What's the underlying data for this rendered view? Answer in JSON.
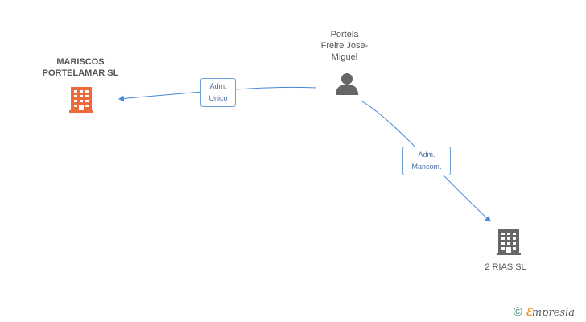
{
  "nodes": {
    "company_main": {
      "line1": "MARISCOS",
      "line2": "PORTELAMAR SL",
      "color": "#ee6a3a"
    },
    "person": {
      "line1": "Portela",
      "line2": "Freire Jose-",
      "line3": "Miguel",
      "color": "#666666"
    },
    "company_other": {
      "label": "2 RIAS SL",
      "color": "#666666"
    }
  },
  "edges": [
    {
      "line1": "Adm.",
      "line2": "Unico"
    },
    {
      "line1": "Adm.",
      "line2": "Mancom."
    }
  ],
  "edge_color": "#4a86d8",
  "brand": {
    "copyright": "©",
    "e": "ℇ",
    "rest": "mpresia"
  }
}
